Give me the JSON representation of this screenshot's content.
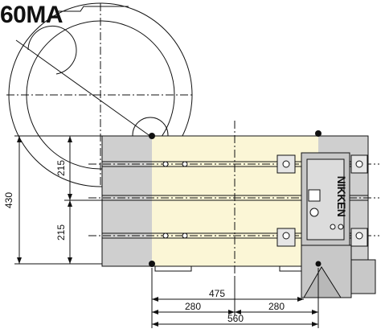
{
  "title": "60MA",
  "brand": "NIKKEN",
  "dimensions": {
    "v_total": "430",
    "v_upper": "215",
    "v_lower": "215",
    "h_475": "475",
    "h_280_left": "280",
    "h_280_right": "280",
    "h_560": "560"
  },
  "colors": {
    "table_yellow": "#fbf6d6",
    "table_grey": "#cfcfcf",
    "rotary_body": "#c8c8c8",
    "line": "#111111"
  }
}
